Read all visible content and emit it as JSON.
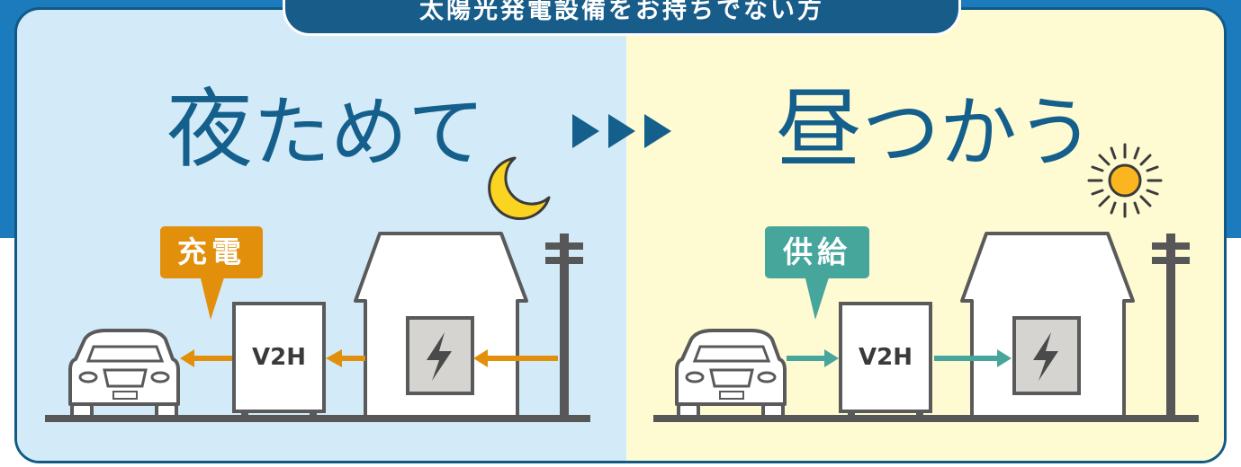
{
  "banner": {
    "title": "太陽光発電設備をお持ちでない方"
  },
  "left": {
    "title_kanji": "夜",
    "title_rest": "ためて",
    "label": "充電",
    "device": "V2H"
  },
  "right": {
    "title_kanji": "昼",
    "title_rest": "つかう",
    "label": "供給",
    "device": "V2H"
  },
  "icons": {
    "left_sky": "moon-icon",
    "right_sky": "sun-icon",
    "device": "lightning-icon"
  },
  "colors": {
    "band": "#1b7bbd",
    "frame": "#125a86",
    "night_bg": "#d3ebf8",
    "day_bg": "#fefbd3",
    "heading": "#145f8b",
    "charge": "#e28f0c",
    "supply": "#47a69c",
    "moon": "#fbd321",
    "sun": "#fbb61f",
    "line": "#575757"
  }
}
